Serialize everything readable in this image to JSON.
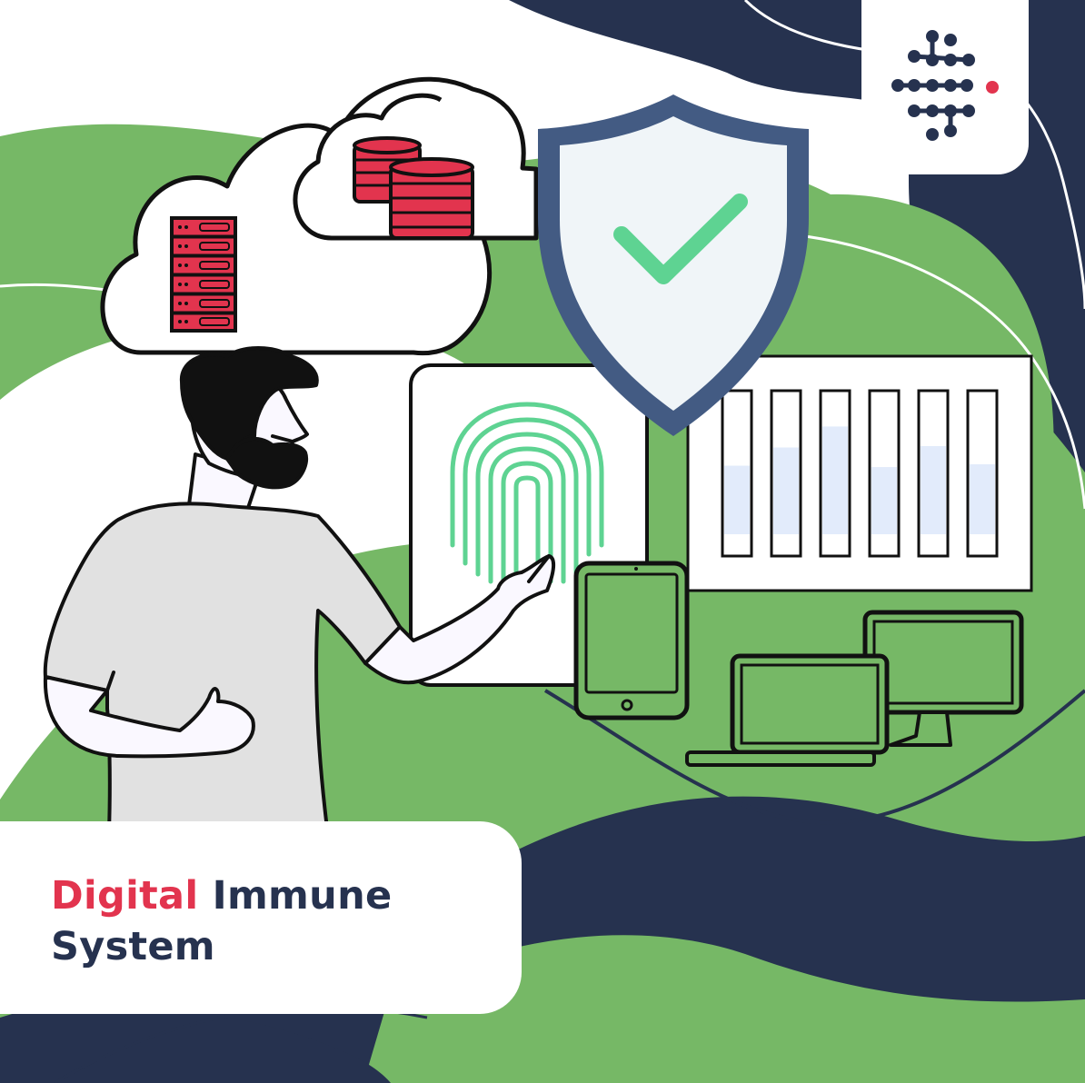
{
  "title": {
    "highlight": "Digital",
    "rest_line1": " Immune",
    "line2": "System"
  },
  "colors": {
    "navy": "#26324f",
    "green": "#76b866",
    "accent_red": "#e2344e",
    "check_green": "#5ed392",
    "shield_blue": "#435b83",
    "server_red": "#e2344e"
  },
  "icons": {
    "logo": "dot-network-logo-icon",
    "shield": "shield-check-icon",
    "fingerprint": "fingerprint-icon",
    "cloud": "cloud-storage-icon",
    "server": "server-rack-icon",
    "database": "database-stack-icon",
    "tablet": "tablet-icon",
    "laptop": "laptop-icon",
    "monitor": "monitor-icon"
  },
  "chart_panel": {
    "bar_fill_fraction": [
      0.49,
      0.62,
      0.77,
      0.48,
      0.63,
      0.5
    ]
  }
}
